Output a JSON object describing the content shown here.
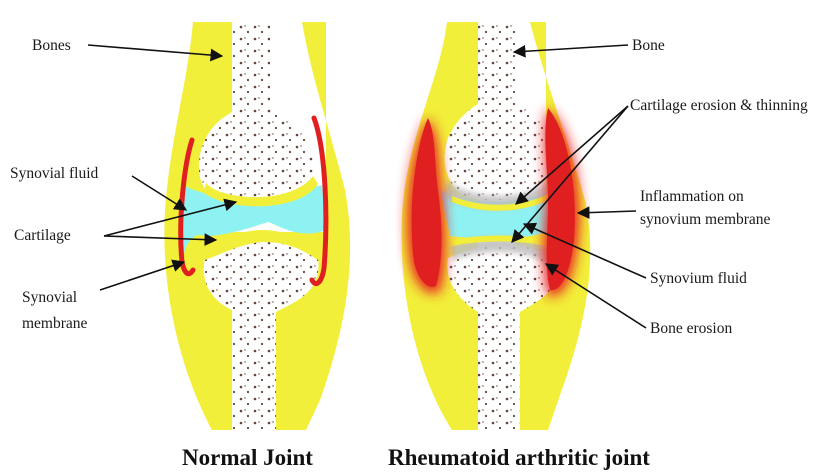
{
  "normal_joint": {
    "caption": "Normal Joint",
    "labels": {
      "bones": "Bones",
      "synovial_fluid": "Synovial fluid",
      "cartilage": "Cartilage",
      "synovial_membrane_1": "Synovial",
      "synovial_membrane_2": "membrane"
    }
  },
  "ra_joint": {
    "caption": "Rheumatoid arthritic joint",
    "labels": {
      "bone": "Bone",
      "cartilage_erosion": "Cartilage erosion & thinning",
      "inflammation_1": "Inflammation on",
      "inflammation_2": "synovium membrane",
      "synovium_fluid": "Synovium fluid",
      "bone_erosion": "Bone erosion"
    }
  },
  "colors": {
    "capsule": "#f2ef3a",
    "synovial_fluid": "#8ff2f2",
    "membrane": "#e02020",
    "bone": "#ffffff",
    "bone_pores": "#5a3a30",
    "erosion": "#bdbdbd"
  }
}
